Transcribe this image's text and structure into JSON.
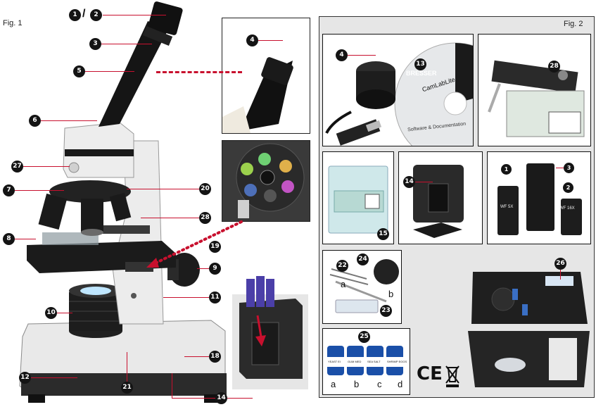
{
  "fig1": {
    "label": "Fig. 1",
    "callouts": [
      "1/2",
      "3",
      "5",
      "6",
      "27",
      "7",
      "20",
      "28",
      "8",
      "19",
      "9",
      "11",
      "10",
      "18",
      "12",
      "21",
      "14",
      "4"
    ]
  },
  "fig2": {
    "label": "Fig. 2",
    "callouts": [
      "4",
      "13",
      "28",
      "14",
      "15",
      "1",
      "3",
      "2",
      "22",
      "24",
      "23",
      "26",
      "25"
    ],
    "labels_a_b": [
      "a",
      "b"
    ],
    "eyepiece_texts": [
      "WF 5X",
      "WF 16X"
    ],
    "cd_texts": [
      "BRESSER",
      "CamLabLite",
      "Software & Documentation"
    ],
    "jars": [
      {
        "letter": "a",
        "text": "YEAST EI"
      },
      {
        "letter": "b",
        "text": "GUM MED"
      },
      {
        "letter": "c",
        "text": "SEA SALT"
      },
      {
        "letter": "d",
        "text": "SHRIMP EGGS"
      }
    ],
    "ce_mark": "CE"
  },
  "colors": {
    "accent": "#c8102e",
    "panel_bg": "#e6e6e6",
    "badge": "#141414"
  }
}
